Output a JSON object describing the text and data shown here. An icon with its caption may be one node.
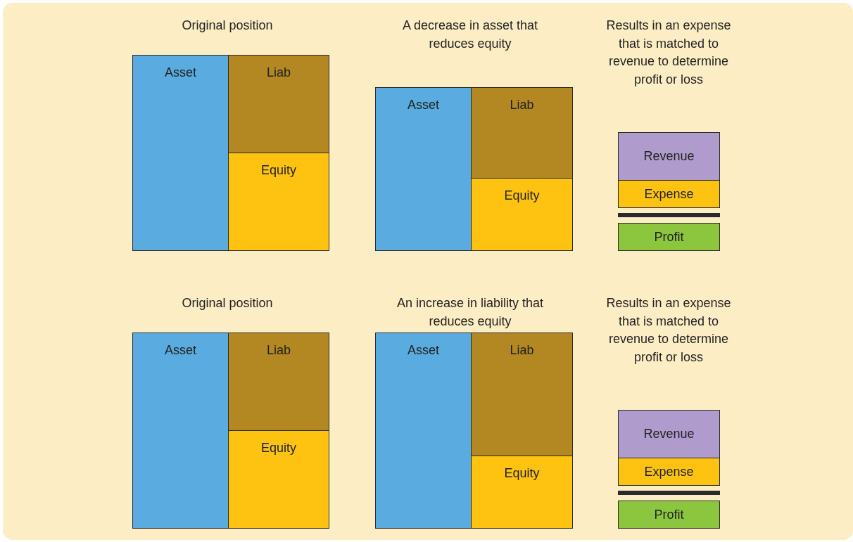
{
  "diagram": {
    "nodes": [
      {
        "text": [
          "Asset"
        ]
      },
      {
        "text": [
          "Liab"
        ]
      },
      {
        "text": [
          "Equity"
        ]
      },
      {
        "text": [
          "Asset"
        ]
      },
      {
        "text": [
          "Liab"
        ]
      },
      {
        "text": [
          "Equity"
        ]
      },
      {
        "text": [
          "Revenue"
        ]
      },
      {
        "text": [
          "Expense"
        ]
      },
      {
        "text": [
          "Profit"
        ]
      },
      {
        "text": [
          "Asset"
        ]
      },
      {
        "text": [
          "Liab"
        ]
      },
      {
        "text": [
          "Equity"
        ]
      },
      {
        "text": [
          "Asset"
        ]
      },
      {
        "text": [
          "Liab"
        ]
      },
      {
        "text": [
          "Equity"
        ]
      },
      {
        "text": [
          "Revenue"
        ]
      },
      {
        "text": [
          "Expense"
        ]
      },
      {
        "text": [
          "Profit"
        ]
      }
    ],
    "edges": [],
    "labels": [
      "Original position",
      "A decrease in asset that reduces equity",
      "Results in an expense that is matched to revenue to determine profit or loss",
      "Original position",
      "An increase in liability that reduces equity",
      "Results in an expense that is matched to revenue to determine profit or loss"
    ]
  }
}
